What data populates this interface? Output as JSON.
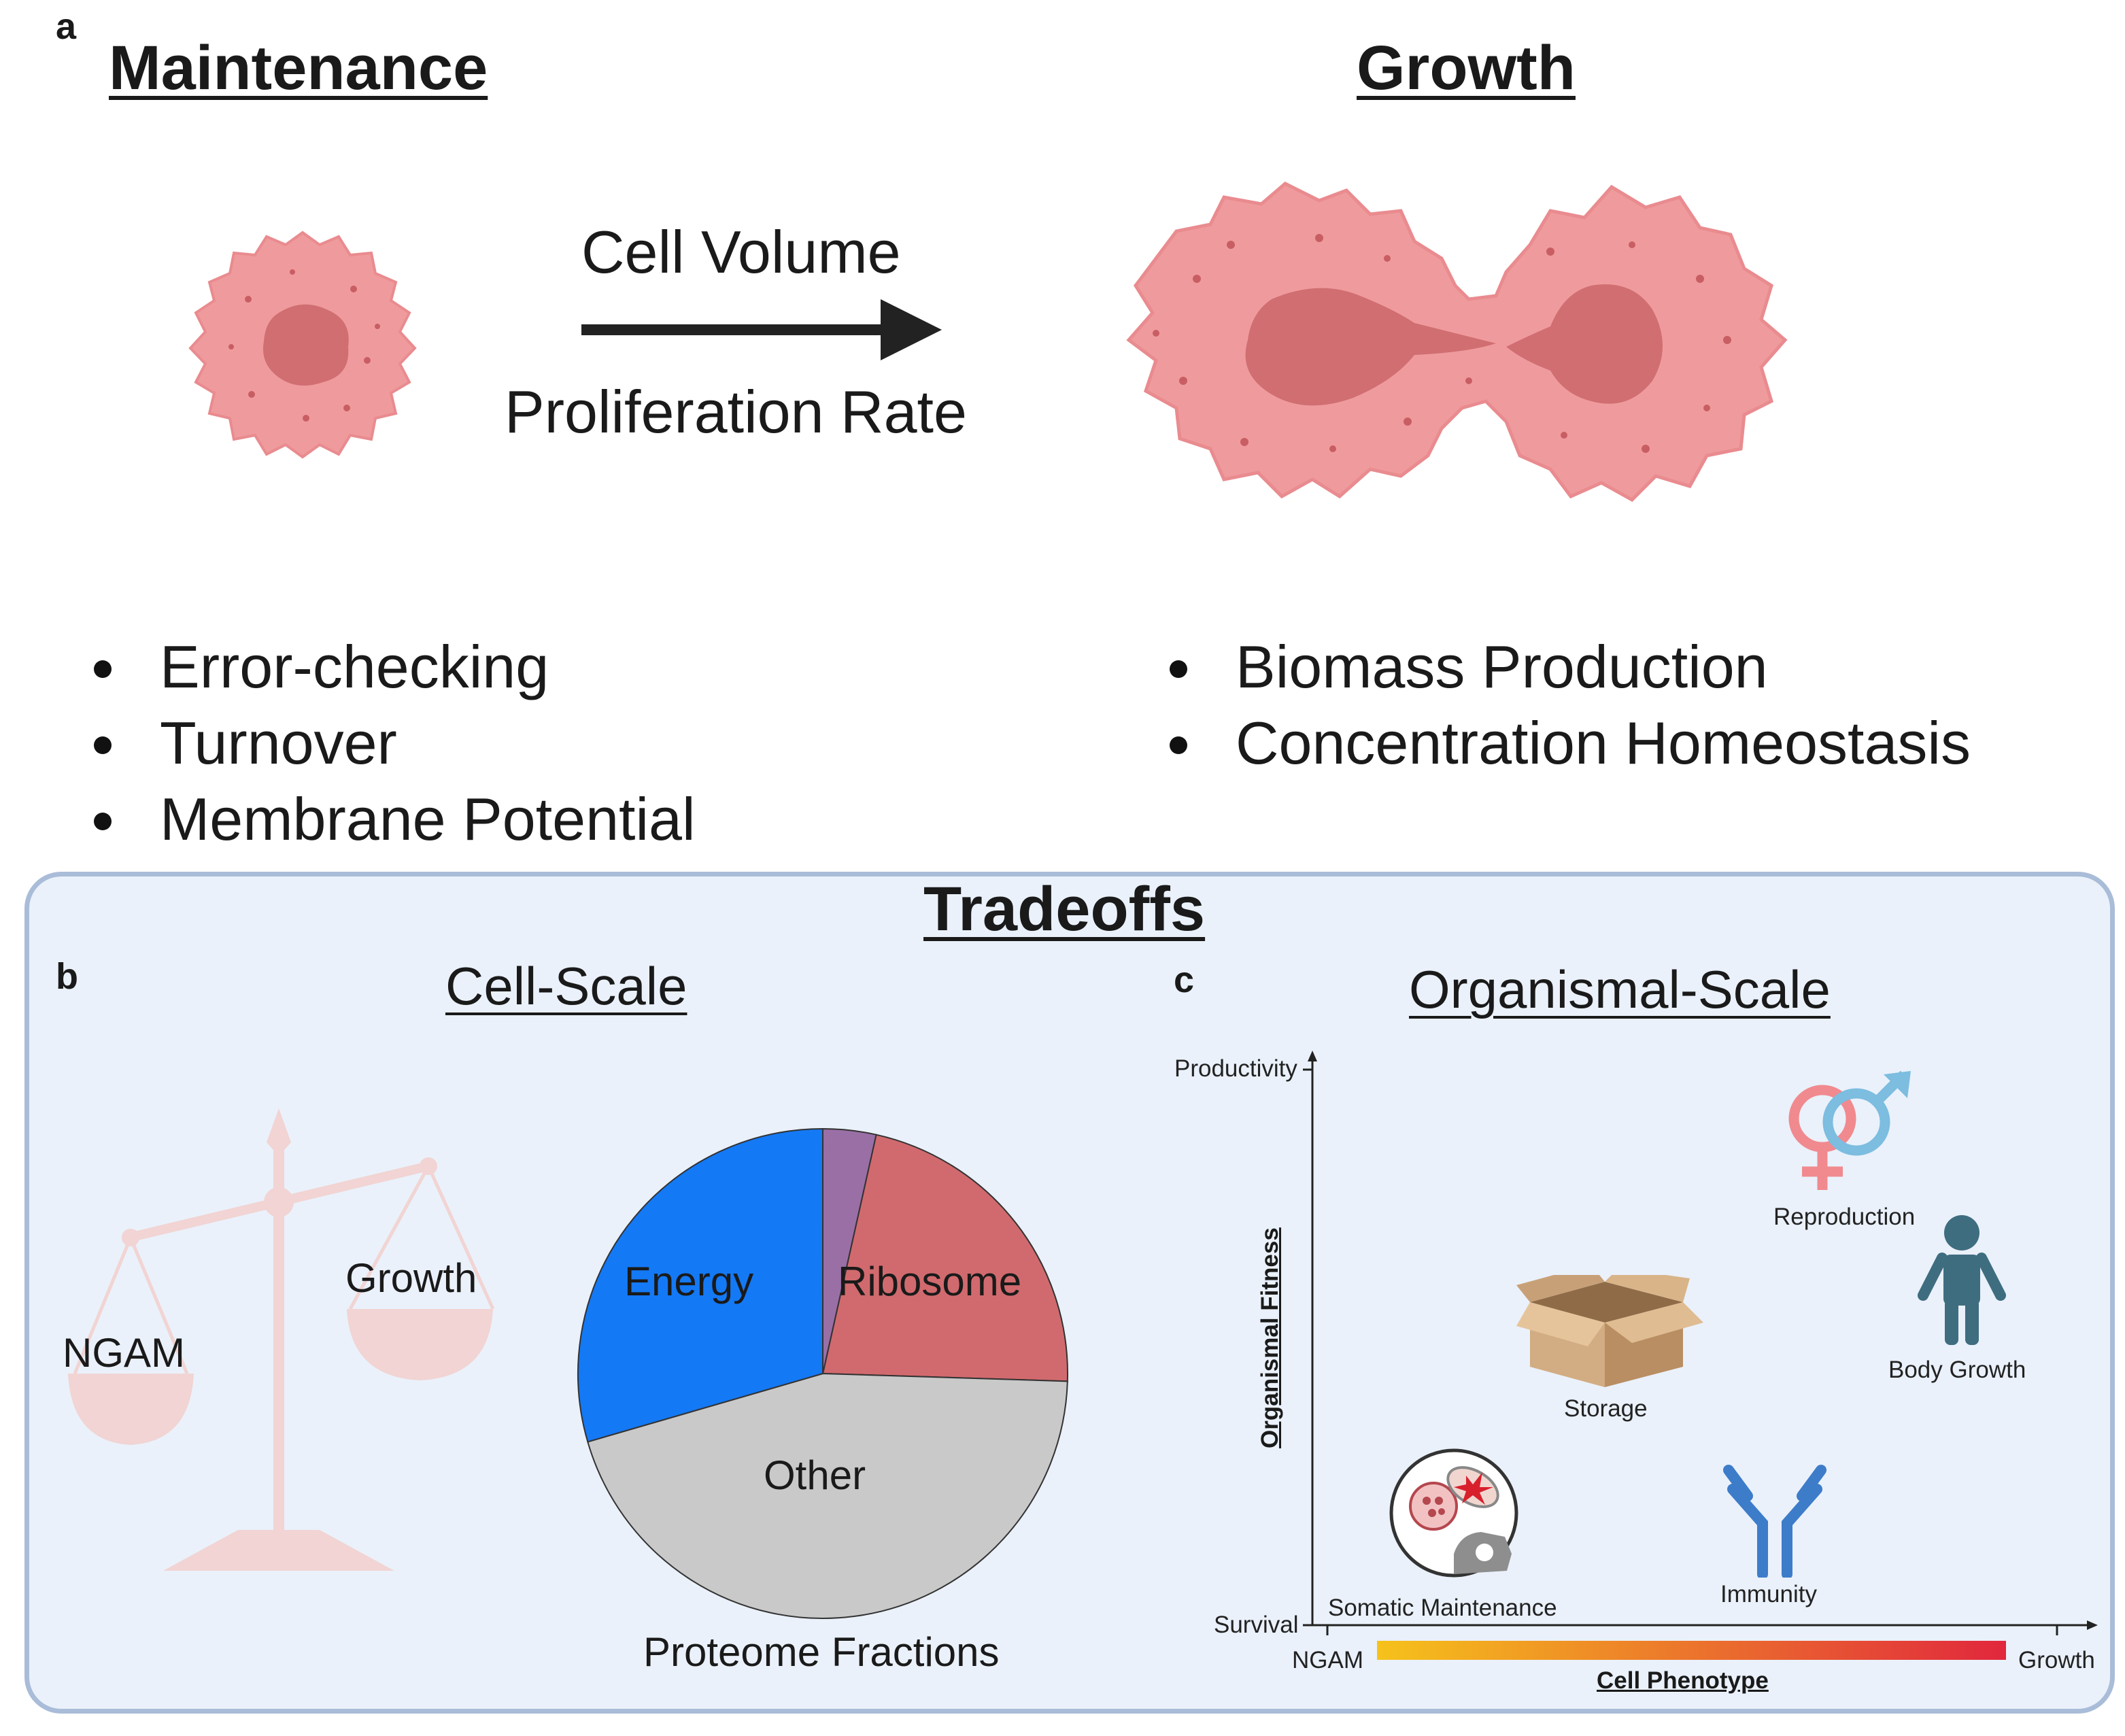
{
  "panel_a": {
    "letter": "a",
    "maintenance_title": "Maintenance",
    "growth_title": "Growth",
    "arrow_top_label": "Cell Volume",
    "arrow_bottom_label": "Proliferation Rate",
    "maintenance_items": [
      "Error-checking",
      "Turnover",
      "Membrane Potential"
    ],
    "growth_items": [
      "Biomass Production",
      "Concentration Homeostasis"
    ]
  },
  "tradeoffs_title": "Tradeoffs",
  "panel_b": {
    "letter": "b",
    "title": "Cell-Scale",
    "scale_left_label": "NGAM",
    "scale_right_label": "Growth",
    "pie_caption": "Proteome Fractions",
    "pie": {
      "slices": [
        {
          "label": "Ribosome",
          "fraction": 0.22,
          "color": "#d16a6e"
        },
        {
          "label": "Other",
          "fraction": 0.45,
          "color": "#c9c9c9"
        },
        {
          "label": "Energy",
          "fraction": 0.295,
          "color": "#1479f5"
        },
        {
          "label": "",
          "fraction": 0.035,
          "color": "#9a6fa6"
        }
      ]
    }
  },
  "panel_c": {
    "letter": "c",
    "title": "Organismal-Scale",
    "y_axis_label": "Organismal Fitness",
    "y_top": "Productivity",
    "y_bottom": "Survival",
    "x_axis_label": "Cell Phenotype",
    "x_left": "NGAM",
    "x_right": "Growth",
    "items": {
      "reproduction": "Reproduction",
      "body_growth": "Body Growth",
      "storage": "Storage",
      "somatic": "Somatic Maintenance",
      "immunity": "Immunity"
    },
    "colors": {
      "fitness_top": "#b35fc6",
      "fitness_bottom": "#1fb3ef",
      "phenotype_left": "#f6c21b",
      "phenotype_right": "#e1273d"
    }
  }
}
